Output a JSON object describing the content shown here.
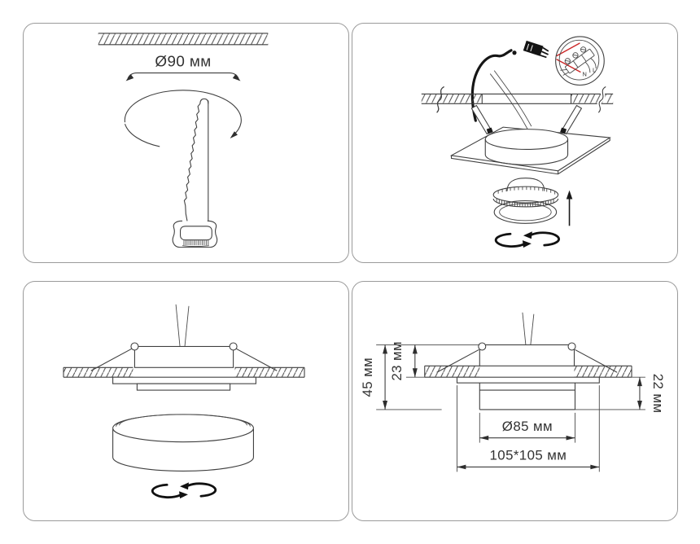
{
  "colors": {
    "line": "#3f3f3f",
    "text": "#333333",
    "accent_red": "#cb2727",
    "panel_border": "#9a9a9a",
    "background": "#ffffff"
  },
  "panel_cut_hole": {
    "hole_diameter_label": "Ø90 мм"
  },
  "panel_wiring": {
    "terminal_neutral_label": "N",
    "terminal_live_label": "L"
  },
  "panel_dimensions": {
    "total_height_label": "45 мм",
    "above_ceiling_height_label": "23 мм",
    "below_ceiling_height_label": "22 мм",
    "lamp_diameter_label": "Ø85 мм",
    "overall_size_label": "105*105 мм"
  }
}
